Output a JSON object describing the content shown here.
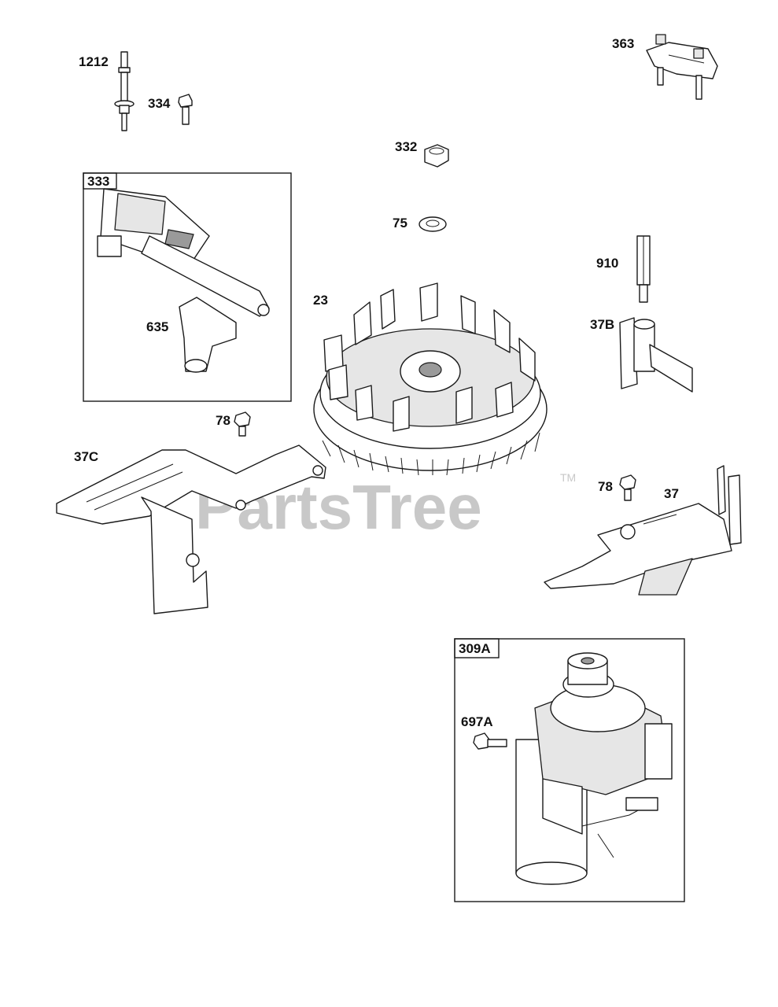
{
  "callouts": {
    "p1212": "1212",
    "p334": "334",
    "p363": "363",
    "p332": "332",
    "p333": "333",
    "p75": "75",
    "p910": "910",
    "p23": "23",
    "p635": "635",
    "p37b": "37B",
    "p78a": "78",
    "p37c": "37C",
    "p78b": "78",
    "p37": "37",
    "p309a": "309A",
    "p697a": "697A"
  },
  "watermark": {
    "text": "PartsTree",
    "trademark": "TM"
  }
}
